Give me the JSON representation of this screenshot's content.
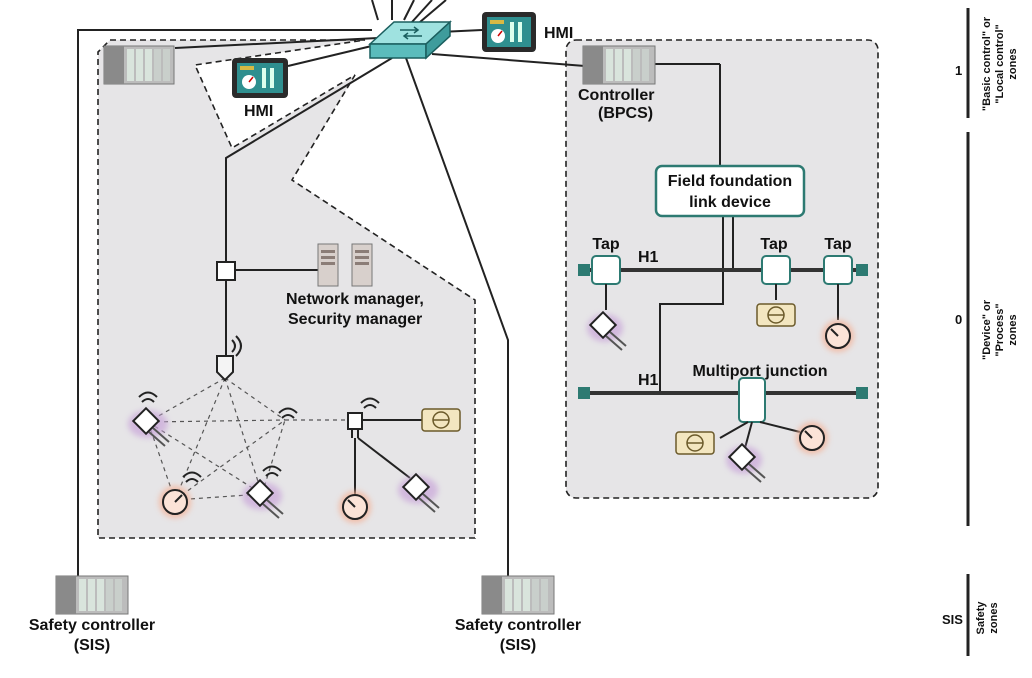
{
  "labels": {
    "hmi_top": "HMI",
    "hmi_left": "HMI",
    "controller_line1": "Controller",
    "controller_line2": "(BPCS)",
    "ff_line1": "Field foundation",
    "ff_line2": "link device",
    "tap": "Tap",
    "h1": "H1",
    "multiport": "Multiport junction",
    "netmgr_line1": "Network manager,",
    "netmgr_line2": "Security manager",
    "safety_line1": "Safety controller",
    "safety_line2": "(SIS)"
  },
  "zones": [
    {
      "id": "1",
      "label": "1",
      "lines": [
        "\"Basic control\" or",
        "\"Local control\"",
        "zones"
      ]
    },
    {
      "id": "0",
      "label": "0",
      "lines": [
        "\"Device\" or",
        "\"Process\"",
        "zones"
      ]
    },
    {
      "id": "sis",
      "label": "SIS",
      "lines": [
        "Safety",
        "zones"
      ]
    }
  ],
  "colors": {
    "zone_fill": "#e6e5e7",
    "switch": "#6fcfcf",
    "tap_border": "#2d7a72",
    "bus_end": "#2d7a72",
    "valve": "#f3e6c0",
    "gauge_glow": "#f4b49a",
    "sensor_glow": "#c9a6d9"
  }
}
